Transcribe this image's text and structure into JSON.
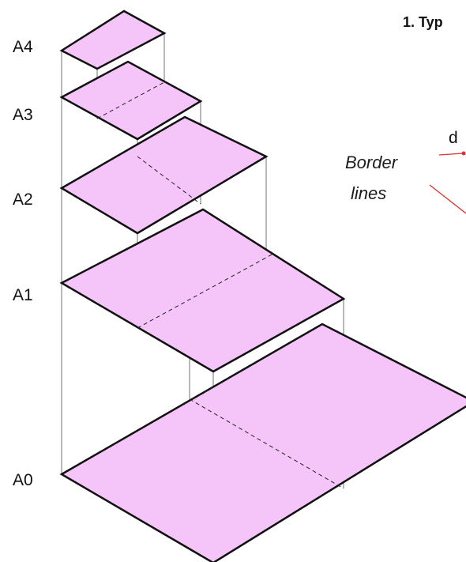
{
  "header": {
    "text": "1. Typ"
  },
  "sizes": [
    {
      "id": "a4",
      "label": "A4"
    },
    {
      "id": "a3",
      "label": "A3"
    },
    {
      "id": "a2",
      "label": "A2"
    },
    {
      "id": "a1",
      "label": "A1"
    },
    {
      "id": "a0",
      "label": "A0"
    }
  ],
  "annotation": {
    "line1": "Border",
    "line2": "lines",
    "dimension_letter": "d"
  },
  "colors": {
    "sheet_fill": "#f5c4f9",
    "sheet_edge": "#111111",
    "support_lines": "#8a8a8a",
    "pointer": "#e03030"
  }
}
